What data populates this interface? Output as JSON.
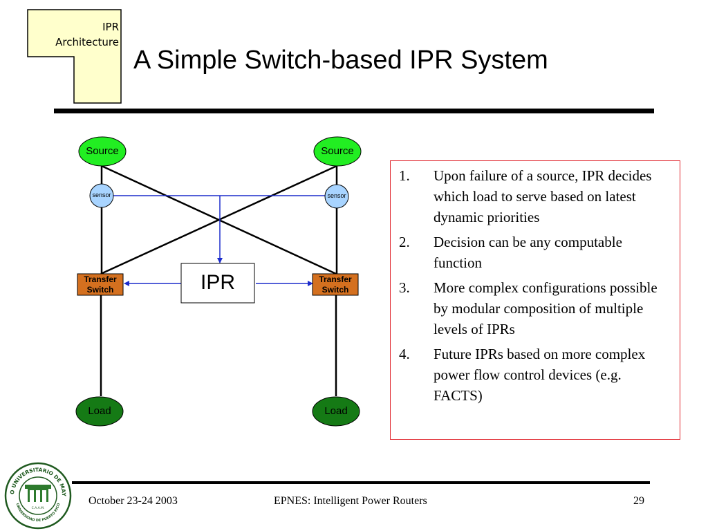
{
  "section_tag": [
    "IPR",
    "Architecture"
  ],
  "title": "A Simple Switch-based IPR System",
  "diagram": {
    "source_left": "Source",
    "source_right": "Source",
    "sensor_left": "sensor",
    "sensor_right": "sensor",
    "transfer_left": [
      "Transfer",
      "Switch"
    ],
    "transfer_right": [
      "Transfer",
      "Switch"
    ],
    "ipr": "IPR",
    "load_left": "Load",
    "load_right": "Load"
  },
  "notes": [
    {
      "num": "1.",
      "text": "Upon failure of a source, IPR decides which load to serve based on latest dynamic priorities"
    },
    {
      "num": "2.",
      "text": "Decision can be any computable function"
    },
    {
      "num": "3.",
      "text": "More complex configurations possible by modular composition of multiple levels of IPRs"
    },
    {
      "num": "4.",
      "text": "Future IPRs based on more complex power flow control devices (e.g. FACTS)"
    }
  ],
  "footer": {
    "date": "October 23-24 2003",
    "event": "EPNES: Intelligent Power Routers",
    "page": "29"
  },
  "seal": {
    "text_top": "RECINTO UNIVERSITARIO DE MAYAGUEZ",
    "text_bottom": "UNIVERSIDAD DE PUERTO RICO",
    "text_center": "C.A.A.M."
  },
  "colors": {
    "source_fill": "#22ee22",
    "load_fill": "#157a15",
    "sensor_fill": "#a8d4ff",
    "transfer_fill": "#d4701f",
    "tag_fill": "#ffffcc",
    "arrow_blue": "#1c2ccc",
    "notes_border": "#e0242c"
  }
}
